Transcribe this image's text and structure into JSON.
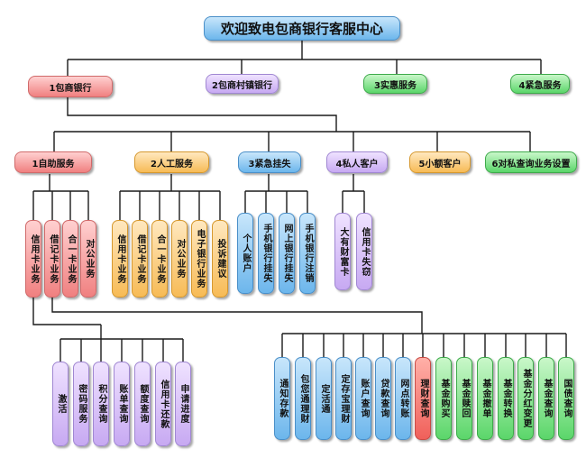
{
  "root": "欢迎致电包商银行客服中心",
  "level1": [
    "1包商银行",
    "2包商村镇银行",
    "3实惠服务",
    "4紧急服务"
  ],
  "level2": [
    "1自助服务",
    "2人工服务",
    "3紧急挂失",
    "4私人客户",
    "5小额客户",
    "6对私查询业务设置"
  ],
  "self_service": [
    "信用卡业务",
    "借记卡业务",
    "合一卡业务",
    "对公业务"
  ],
  "manual_service": [
    "信用卡业务",
    "借记卡业务",
    "合一卡业务",
    "对公业务",
    "电子银行业务",
    "投诉建议"
  ],
  "loss_report": [
    "个人账户",
    "手机银行挂失",
    "网上银行挂失",
    "手机银行注销"
  ],
  "private_client": [
    "大有财富卡",
    "信用卡失窃"
  ],
  "credit_card_sub": [
    "激活",
    "密码服务",
    "积分查询",
    "账单查询",
    "额度查询",
    "信用卡还款",
    "申请进度"
  ],
  "bottom_blue": [
    "通知存款",
    "包您通理财",
    "定活通",
    "定存宝理财",
    "账户查询",
    "贷款查询",
    "网点转账"
  ],
  "bottom_red": [
    "理财查询"
  ],
  "bottom_green": [
    "基金购买",
    "基金赎回",
    "基金撤单",
    "基金转换",
    "基金分红变更",
    "基金查询",
    "国债查询"
  ]
}
